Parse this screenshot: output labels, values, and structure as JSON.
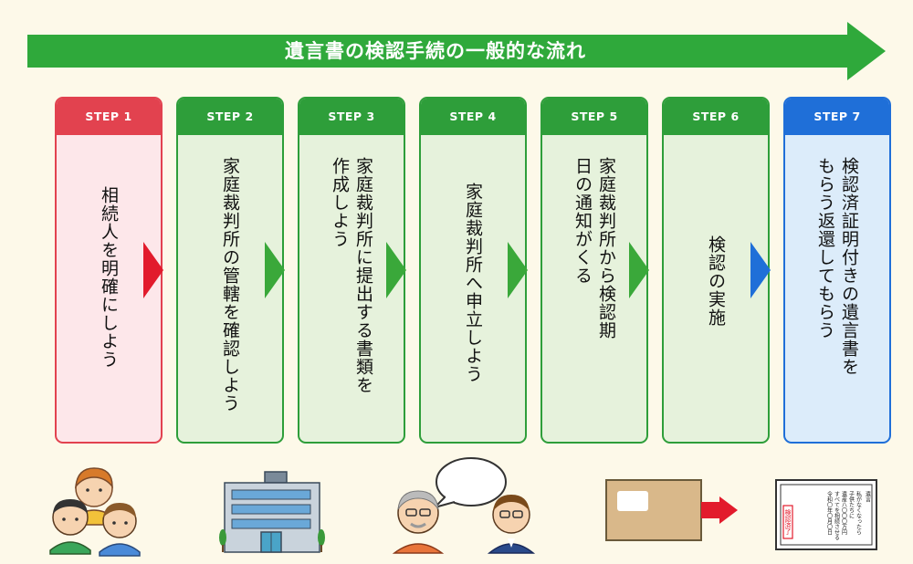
{
  "title": "遺言書の検認手続の一般的な流れ",
  "steps": [
    {
      "label": "STEP 1",
      "text": "相続人を明確にしよう",
      "theme": "red"
    },
    {
      "label": "STEP 2",
      "text": "家庭裁判所の管轄を確認しよう",
      "theme": "green"
    },
    {
      "label": "STEP 3",
      "text": "家庭裁判所に提出する書類を作成しよう",
      "theme": "green"
    },
    {
      "label": "STEP 4",
      "text": "家庭裁判所へ申立しよう",
      "theme": "green"
    },
    {
      "label": "STEP 5",
      "text": "家庭裁判所から検認期日の通知がくる",
      "theme": "green"
    },
    {
      "label": "STEP 6",
      "text": "検認の実施",
      "theme": "green"
    },
    {
      "label": "STEP 7",
      "text": "検認済証明付きの遺言書をもらう返還してもらう",
      "theme": "blue"
    }
  ],
  "arrow_colors": [
    "#e21b2c",
    "#3aa83a",
    "#3aa83a",
    "#3aa83a",
    "#3aa83a",
    "#1f6fd8"
  ],
  "colors": {
    "banner": "#2fa93b",
    "red": "#e2424f",
    "green": "#2e9e3a",
    "blue": "#1f6fd8",
    "background": "#fdf9e9"
  },
  "document": {
    "heading": "遺言",
    "lines": [
      "私がなくなったら",
      "子供たちに",
      "遺産八〇〇〇万円",
      "すべてを相続させる",
      "令和〇年〇月〇日"
    ],
    "stamp": "検認済了"
  },
  "illustrations": [
    "family-icon",
    "courthouse-icon",
    "consultation-icon",
    "envelope-icon",
    "will-document-icon"
  ]
}
